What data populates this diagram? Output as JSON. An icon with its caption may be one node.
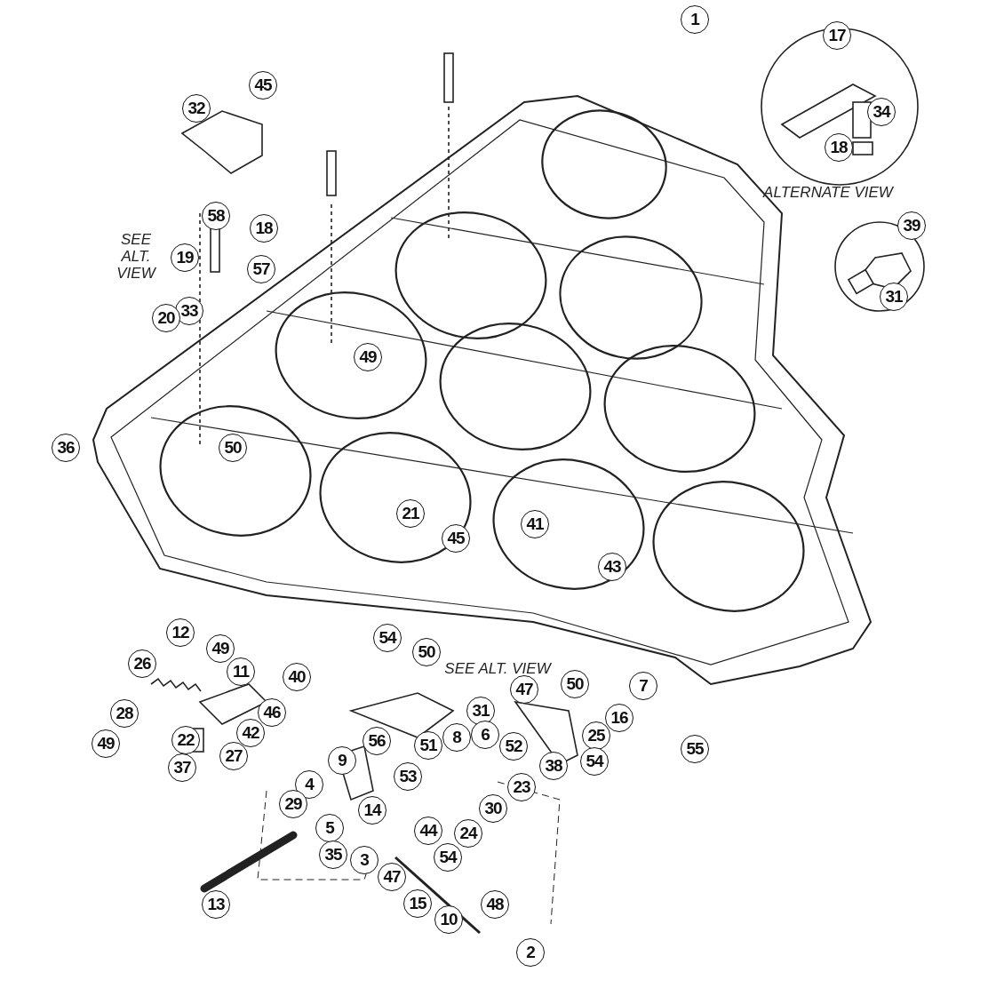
{
  "diagram": {
    "labels": [
      "1",
      "17",
      "45",
      "32",
      "34",
      "18",
      "ALTERNATE VIEW",
      "58",
      "18",
      "39",
      "SEE ALT. VIEW",
      "19",
      "57",
      "31",
      "33",
      "20",
      "49",
      "36",
      "50",
      "21",
      "41",
      "45",
      "43",
      "12",
      "54",
      "49",
      "26",
      "11",
      "40",
      "50",
      "SEE ALT. VIEW",
      "47",
      "50",
      "7",
      "28",
      "46",
      "31",
      "16",
      "42",
      "49",
      "22",
      "56",
      "51",
      "8",
      "6",
      "52",
      "25",
      "55",
      "37",
      "27",
      "9",
      "38",
      "54",
      "4",
      "53",
      "23",
      "29",
      "14",
      "30",
      "5",
      "44",
      "24",
      "35",
      "3",
      "54",
      "47",
      "13",
      "15",
      "10",
      "48",
      "2"
    ]
  }
}
